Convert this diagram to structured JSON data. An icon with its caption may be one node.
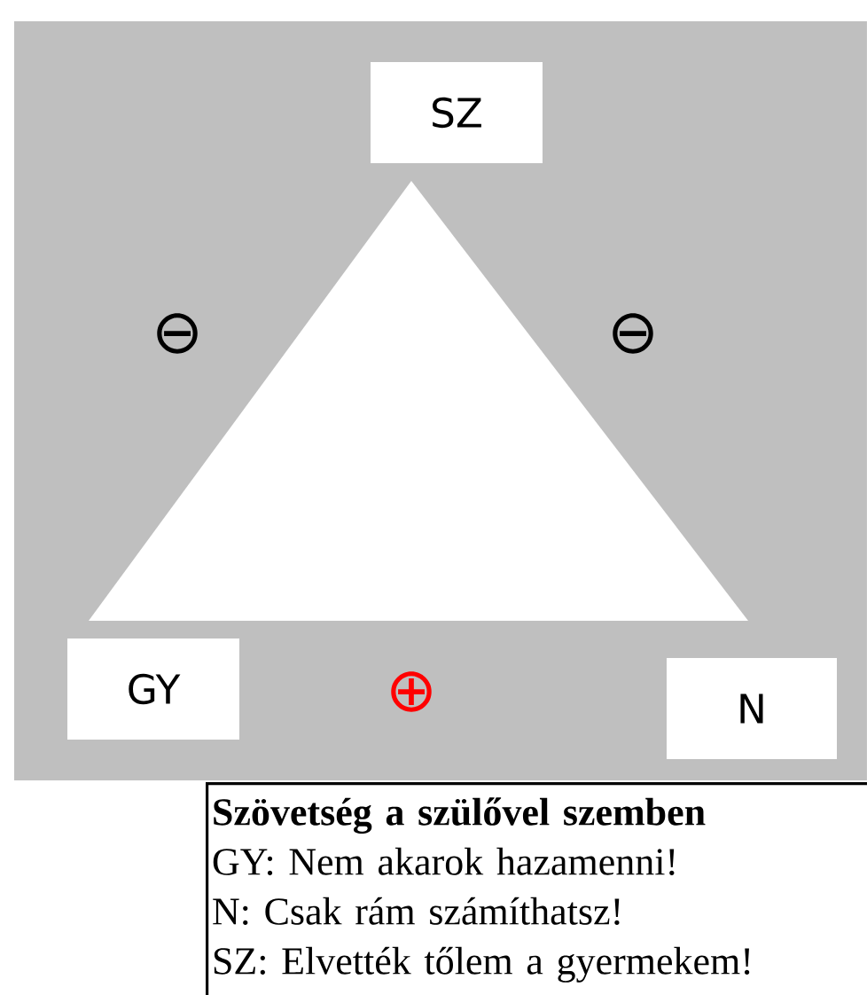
{
  "diagram": {
    "nodes": [
      {
        "text": [
          "SZ"
        ]
      },
      {
        "text": [
          "GY"
        ]
      },
      {
        "text": [
          "N"
        ]
      },
      {
        "text": [
          "Szövetség a szülővel szemben",
          "GY: Nem akarok hazamenni!",
          "N: Csak rám számíthatsz!",
          "SZ: Elvették tőlem a gyermekem!"
        ]
      }
    ],
    "edges": [],
    "labels": [
      "⊖",
      "⊖",
      "⊕"
    ]
  }
}
